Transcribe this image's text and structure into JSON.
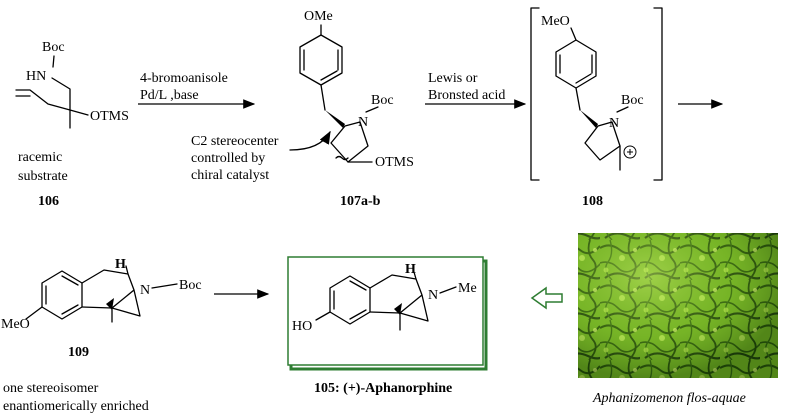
{
  "compound_106": {
    "boc": "Boc",
    "hn": "HN",
    "otms": "OTMS",
    "desc_line1": "racemic",
    "desc_line2": "substrate",
    "number": "106"
  },
  "step1": {
    "reagent1": "4-bromoanisole",
    "reagent2": "Pd/L ,base"
  },
  "compound_107": {
    "ome": "OMe",
    "boc": "Boc",
    "n": "N",
    "otms": "OTMS",
    "note_line1": "C2 stereocenter",
    "note_line2": "controlled by",
    "note_line3": "chiral catalyst",
    "number": "107a-b"
  },
  "step2": {
    "line1": "Lewis or",
    "line2": "Bronsted acid"
  },
  "compound_108": {
    "meo": "MeO",
    "boc": "Boc",
    "n": "N",
    "number": "108"
  },
  "compound_109": {
    "h": "H",
    "n": "N",
    "boc": "Boc",
    "meo": "MeO",
    "number": "109",
    "desc_line1": "one stereoisomer",
    "desc_line2": "enantiomerically enriched"
  },
  "compound_105": {
    "h": "H",
    "n": "N",
    "me": "Me",
    "ho": "HO",
    "label": "105: (+)-Aphanorphine"
  },
  "photo": {
    "caption": "Aphanizomenon flos-aquae",
    "colors": {
      "light": "#b6e356",
      "mid": "#5e9d1b",
      "dark": "#1b3b07"
    }
  },
  "colors": {
    "box_border": "#2e7d32",
    "hollow_arrow": "#2e7d32"
  }
}
